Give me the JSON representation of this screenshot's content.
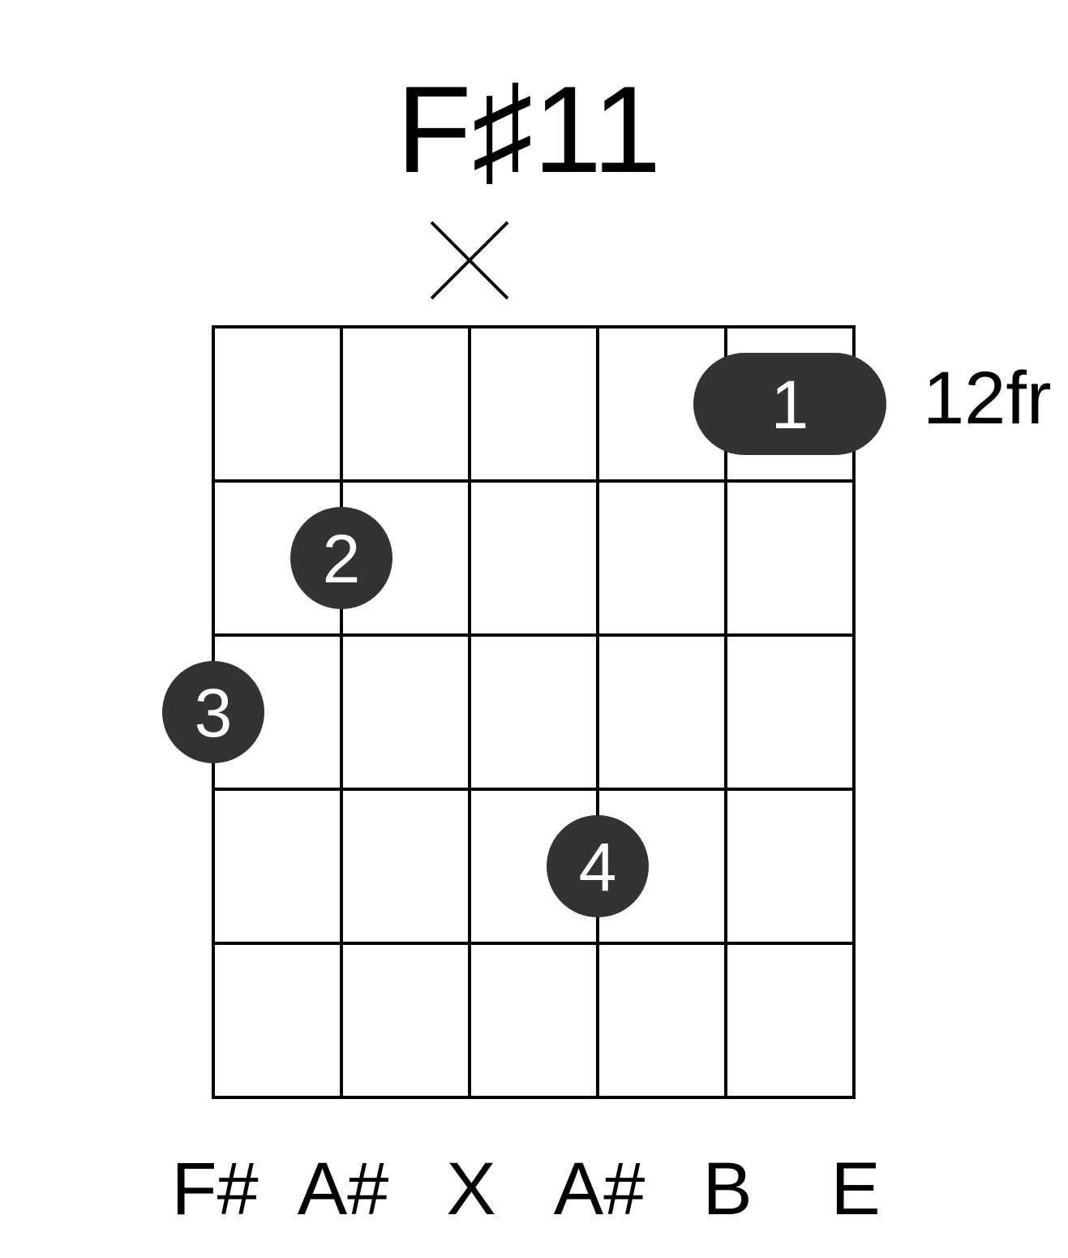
{
  "chord": {
    "name": "F♯11",
    "start_fret_label": "12fr",
    "strings": 6,
    "frets_shown": 5,
    "string_notes": [
      "F#",
      "A#",
      "X",
      "A#",
      "B",
      "E"
    ],
    "muted_strings": [
      3
    ],
    "fingers": [
      {
        "finger": "1",
        "fret": 1,
        "from_string": 5,
        "to_string": 6
      },
      {
        "finger": "2",
        "fret": 2,
        "from_string": 2,
        "to_string": 2
      },
      {
        "finger": "3",
        "fret": 3,
        "from_string": 1,
        "to_string": 1
      },
      {
        "finger": "4",
        "fret": 4,
        "from_string": 4,
        "to_string": 4
      }
    ],
    "colors": {
      "dot": "#333333",
      "dot_text": "#ffffff",
      "line": "#000000",
      "background": "#ffffff"
    }
  }
}
